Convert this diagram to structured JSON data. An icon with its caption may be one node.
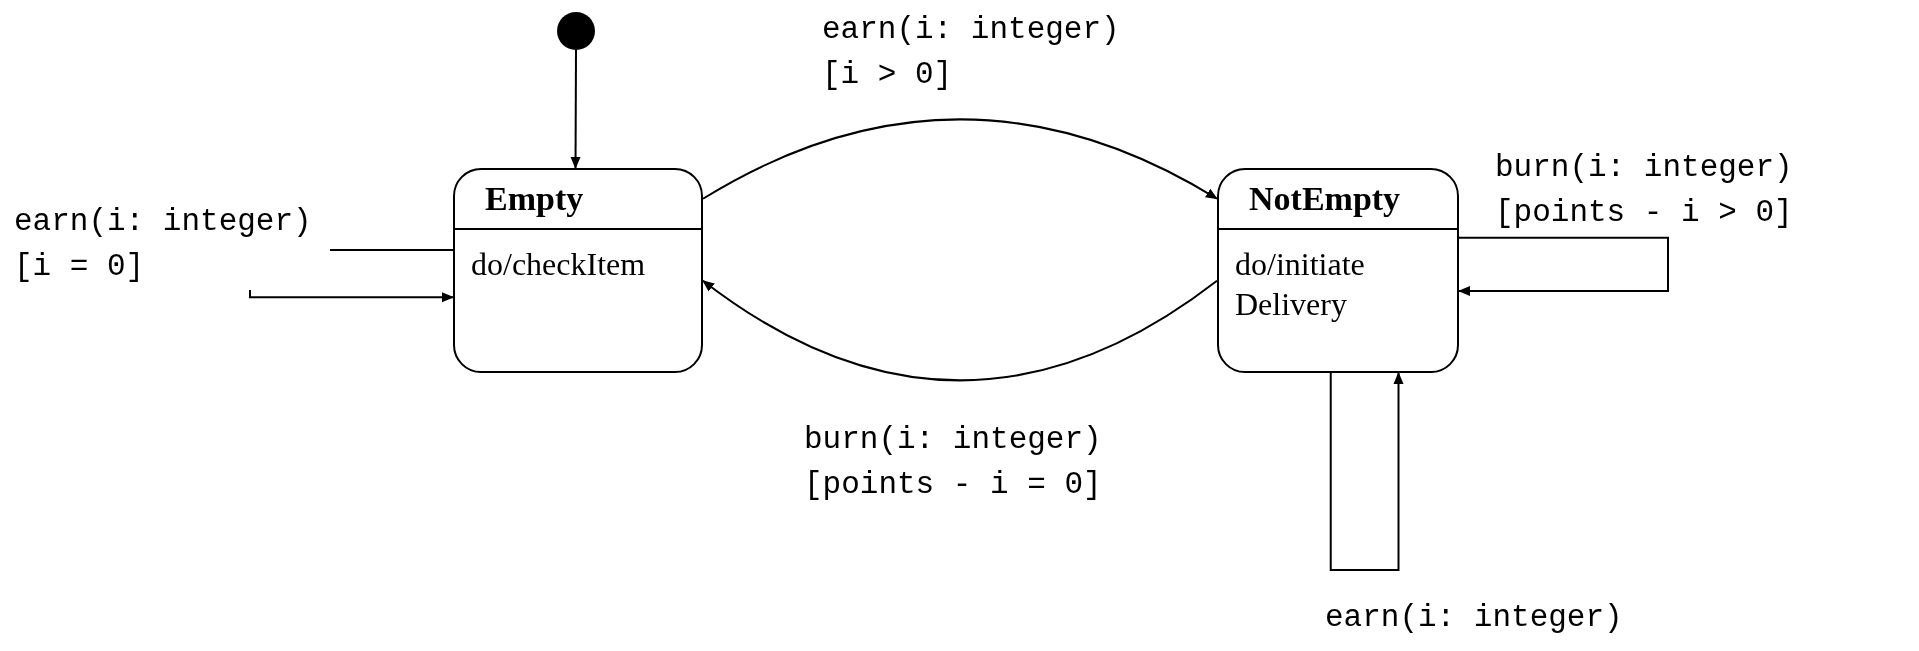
{
  "diagram": {
    "nodes": [
      {
        "text": [],
        "shape": "circle"
      },
      {
        "text": [
          "Empty",
          "do/checkItem"
        ]
      },
      {
        "text": [
          "NotEmpty",
          "do/initiate Delivery"
        ]
      }
    ],
    "edges": [
      {
        "from": 0,
        "to": 1,
        "arrow": "to"
      },
      {
        "from": 1,
        "to": 1,
        "arrow": "to",
        "label": "earn(i: integer) [i = 0]"
      },
      {
        "from": 1,
        "to": 2,
        "arrow": "to",
        "label": "earn(i: integer) [i > 0]"
      },
      {
        "from": 2,
        "to": 1,
        "arrow": "to",
        "label": "burn(i: integer) [points - i = 0]"
      },
      {
        "from": 2,
        "to": 2,
        "arrow": "to",
        "label": "burn(i: integer) [points - i > 0]"
      },
      {
        "from": 2,
        "to": 2,
        "arrow": "to",
        "label": "earn(i: integer)"
      }
    ]
  }
}
